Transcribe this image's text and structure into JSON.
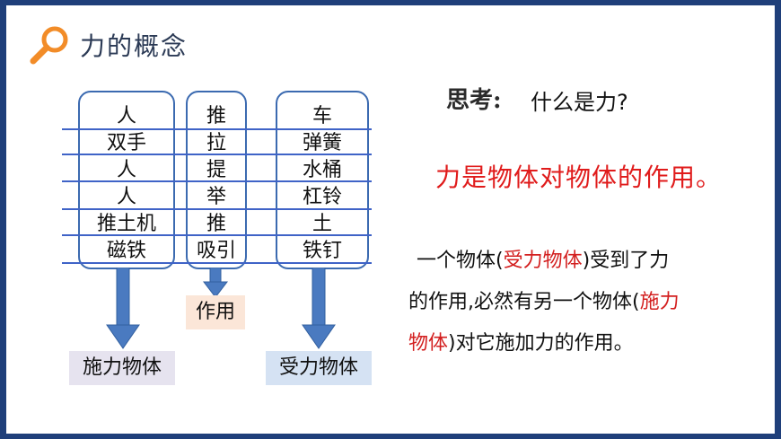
{
  "title": "力的概念",
  "columns": {
    "col1": [
      "人",
      "双手",
      "人",
      "人",
      "推土机",
      "磁铁"
    ],
    "col2": [
      "推",
      "拉",
      "提",
      "举",
      "推",
      "吸引"
    ],
    "col3": [
      "车",
      "弹簧",
      "水桶",
      "杠铃",
      "土",
      "铁钉"
    ]
  },
  "labels": {
    "action": "作用",
    "exerting": "施力物体",
    "receiving": "受力物体"
  },
  "think": {
    "label": "思考:",
    "question": "什么是力?"
  },
  "definition": "力是物体对物体的作用。",
  "explanation": {
    "l1_a": "一个物体(",
    "l1_b": "受力物体",
    "l1_c": ")受到了力",
    "l2_a": "的作用,必然有另一个物体(",
    "l2_b": "施力",
    "l3_a": "物体",
    "l3_b": ")对它施加力的作用。"
  },
  "colors": {
    "frame": "#1f3f7a",
    "line": "#3f63c7",
    "arrow": "#4a7ac0",
    "definition": "#e01b1b",
    "action_bg": "#fbe6d8",
    "exerting_bg": "#e6e3ef",
    "receiving_bg": "#d5e2f3"
  },
  "icons": [
    "search-icon"
  ]
}
